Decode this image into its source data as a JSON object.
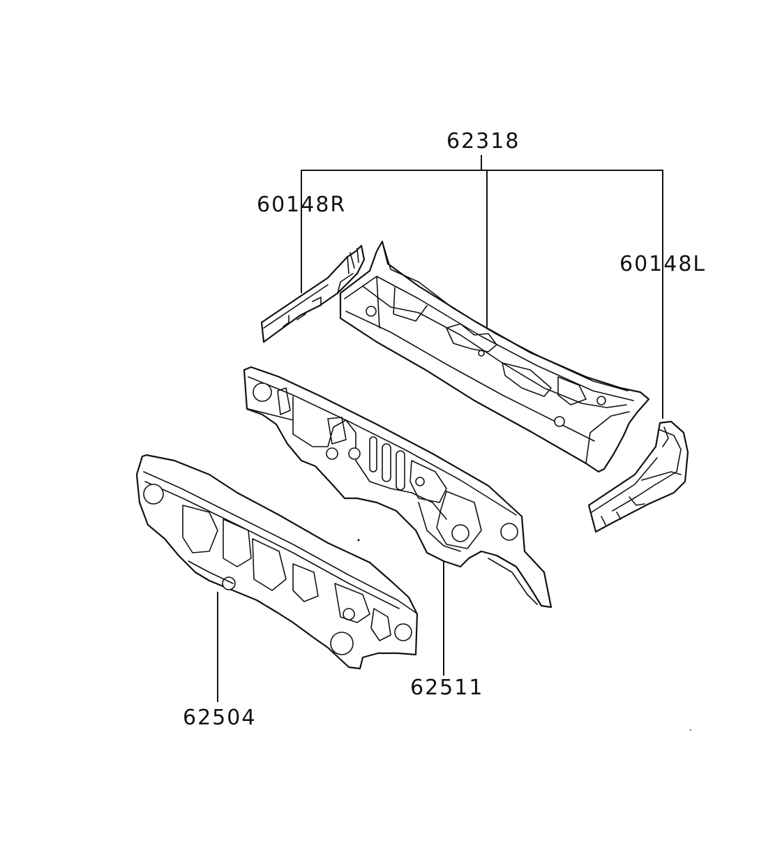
{
  "callouts": {
    "cowl_top_panel": "62318",
    "cowl_side_right": "60148R",
    "cowl_side_left": "60148L",
    "dash_panel": "62511",
    "dash_insulator": "62504"
  },
  "colors": {
    "ink": "#111111",
    "paper": "#ffffff"
  },
  "icons": [
    "cowl-top-panel-drawing",
    "cowl-side-right-drawing",
    "cowl-side-left-drawing",
    "dash-panel-drawing",
    "dash-insulator-drawing"
  ]
}
